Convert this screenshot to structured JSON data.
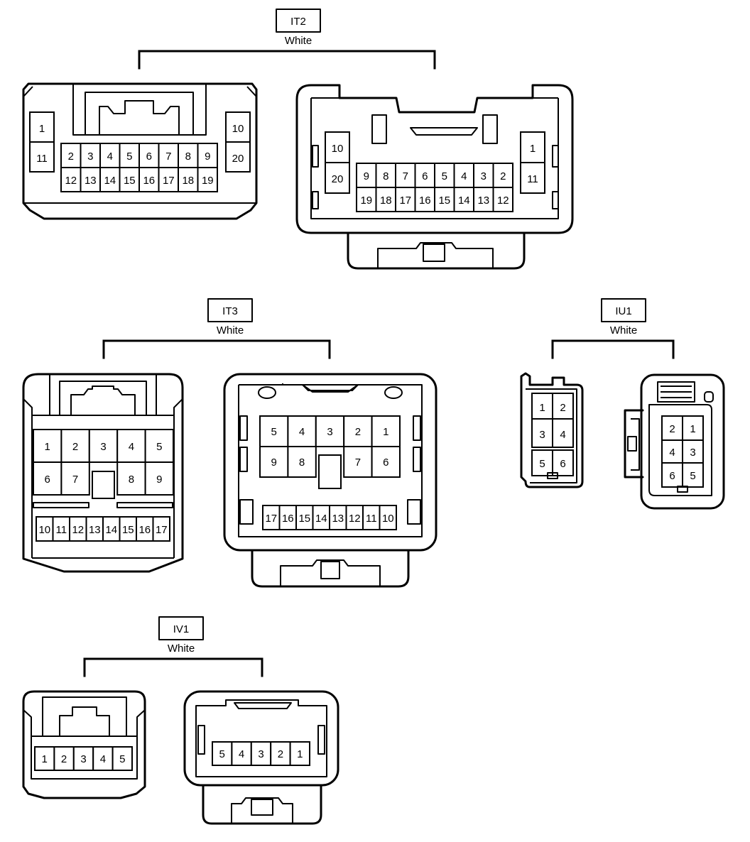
{
  "connectors": [
    {
      "id": "it2",
      "name": "IT2",
      "color": "White"
    },
    {
      "id": "it3",
      "name": "IT3",
      "color": "White"
    },
    {
      "id": "iu1",
      "name": "IU1",
      "color": "White"
    },
    {
      "id": "iv1",
      "name": "IV1",
      "color": "White"
    }
  ],
  "views": {
    "it2_left": [
      "1",
      "11",
      "2",
      "3",
      "4",
      "5",
      "6",
      "7",
      "8",
      "9",
      "12",
      "13",
      "14",
      "15",
      "16",
      "17",
      "18",
      "19",
      "10",
      "20"
    ],
    "it2_right": [
      "10",
      "20",
      "9",
      "8",
      "7",
      "6",
      "5",
      "4",
      "3",
      "2",
      "19",
      "18",
      "17",
      "16",
      "15",
      "14",
      "13",
      "12",
      "1",
      "11"
    ],
    "it3_left": [
      "1",
      "2",
      "3",
      "4",
      "5",
      "6",
      "7",
      "8",
      "9",
      "10",
      "11",
      "12",
      "13",
      "14",
      "15",
      "16",
      "17"
    ],
    "it3_right": [
      "5",
      "4",
      "3",
      "2",
      "1",
      "9",
      "8",
      "7",
      "6",
      "17",
      "16",
      "15",
      "14",
      "13",
      "12",
      "11",
      "10"
    ],
    "iu1_left": [
      "1",
      "2",
      "3",
      "4",
      "5",
      "6"
    ],
    "iu1_right": [
      "2",
      "1",
      "4",
      "3",
      "6",
      "5"
    ],
    "iv1_left": [
      "1",
      "2",
      "3",
      "4",
      "5"
    ],
    "iv1_right": [
      "5",
      "4",
      "3",
      "2",
      "1"
    ]
  }
}
